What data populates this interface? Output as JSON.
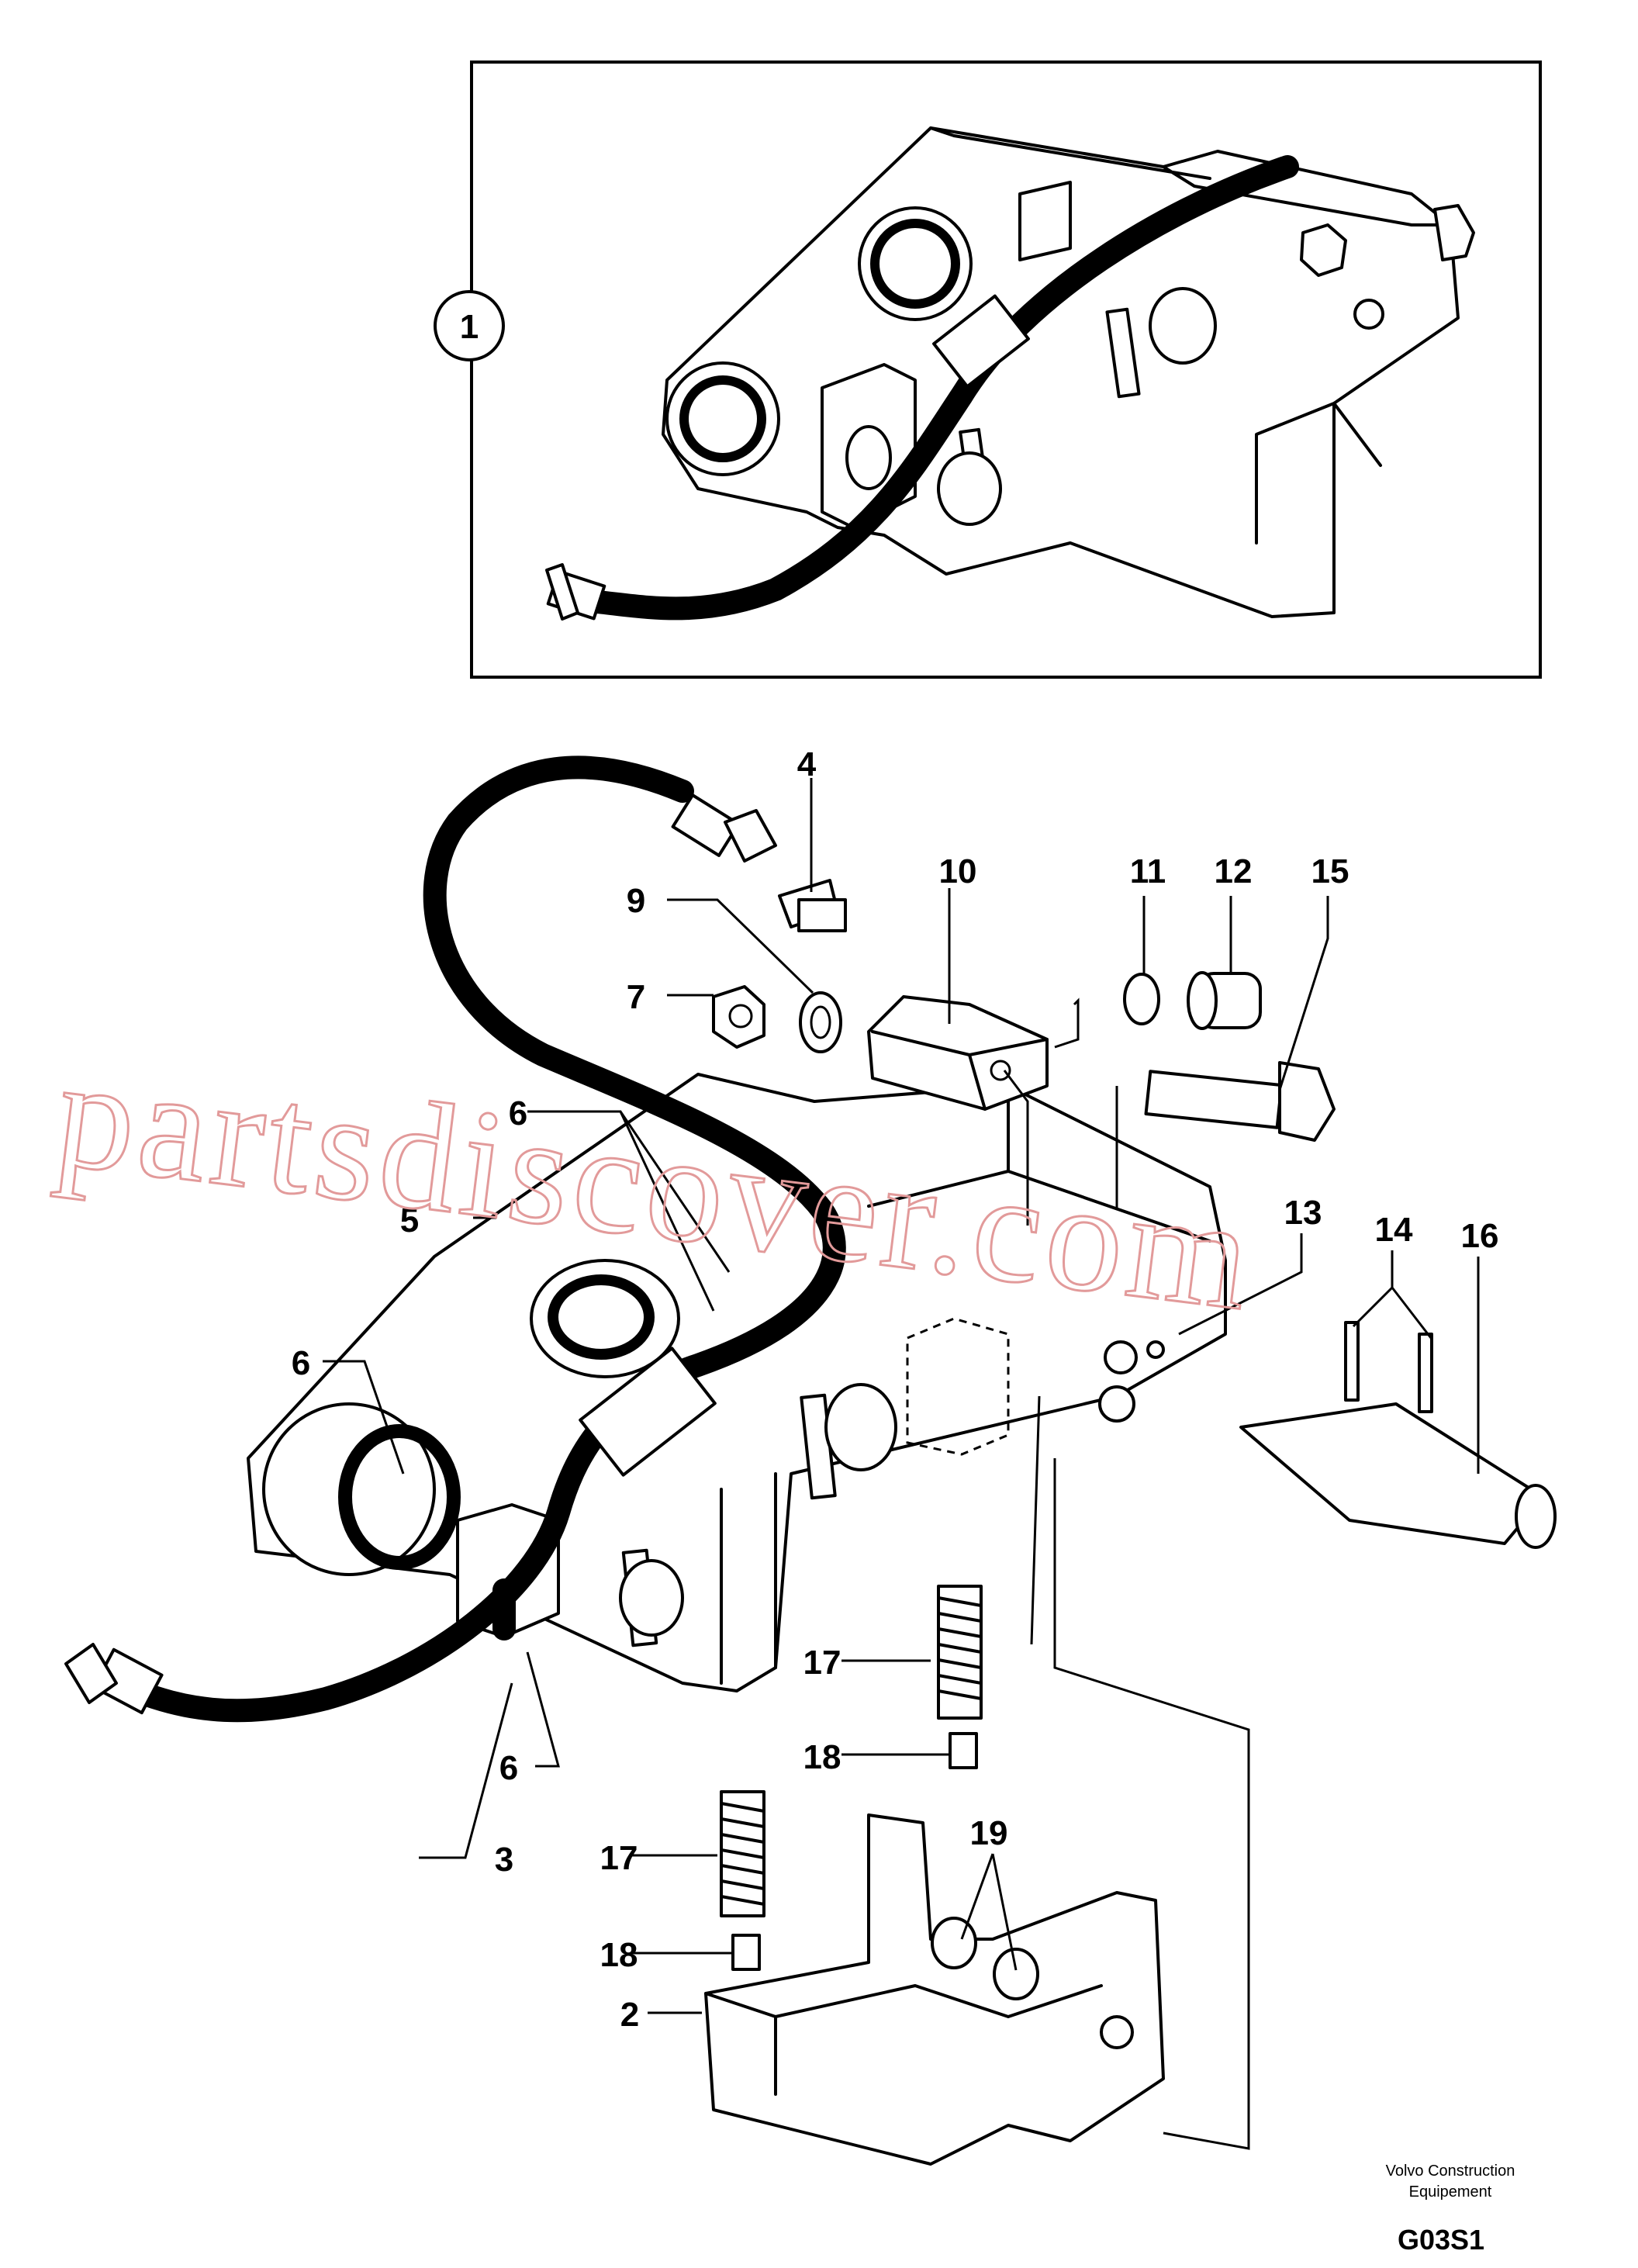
{
  "callouts": {
    "c1": "1",
    "c2": "2",
    "c3": "3",
    "c4": "4",
    "c5": "5",
    "c6a": "6",
    "c6b": "6",
    "c6c": "6",
    "c7": "7",
    "c9": "9",
    "c10": "10",
    "c11": "11",
    "c12": "12",
    "c13": "13",
    "c14": "14",
    "c15": "15",
    "c16": "16",
    "c17a": "17",
    "c17b": "17",
    "c18a": "18",
    "c18b": "18",
    "c19": "19"
  },
  "footer": {
    "company_line1": "Volvo Construction",
    "company_line2": "Equipement",
    "code": "G03S1"
  },
  "watermark": "partsdiscover.com"
}
